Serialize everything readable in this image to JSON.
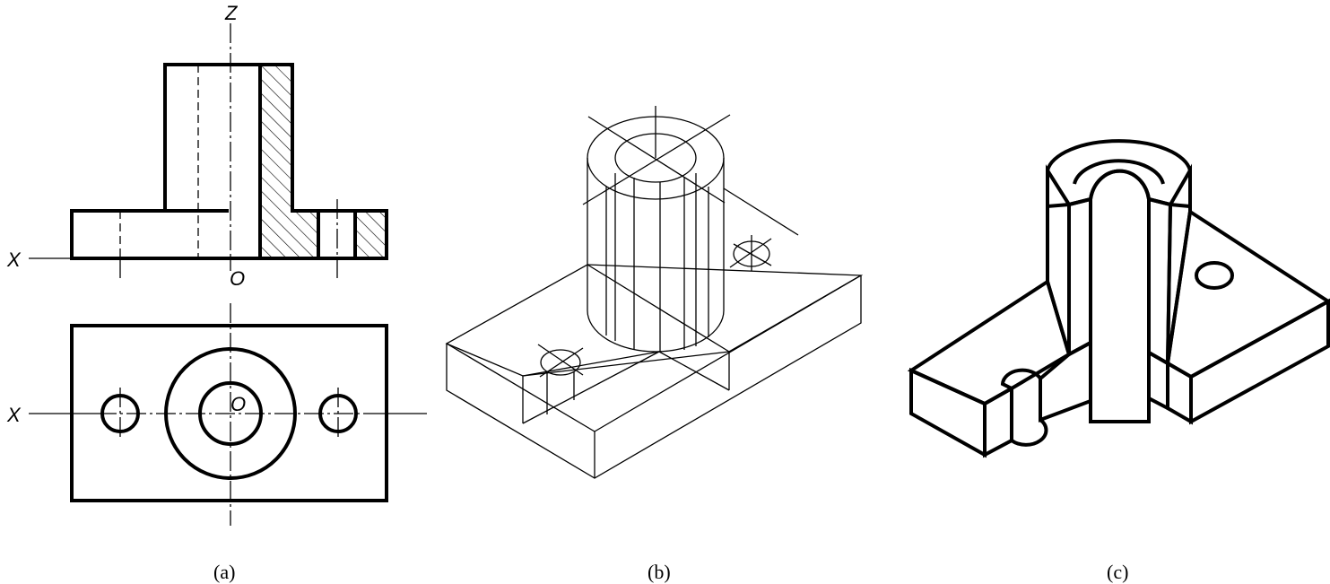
{
  "axis_labels": {
    "z": "Z",
    "x_front": "X",
    "x_top": "X",
    "origin_front": "O",
    "origin_top": "O"
  },
  "captions": {
    "a": "(a)",
    "b": "(b)",
    "c": "(c)"
  }
}
